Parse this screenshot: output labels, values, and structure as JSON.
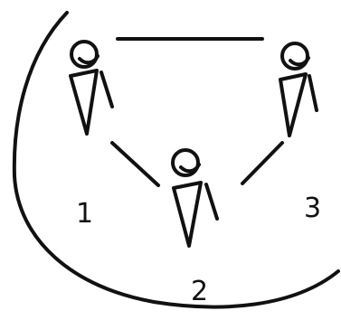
{
  "figure": {
    "stroke_color": "#111111",
    "background": "#ffffff",
    "labels": [
      "1",
      "2",
      "3"
    ]
  }
}
